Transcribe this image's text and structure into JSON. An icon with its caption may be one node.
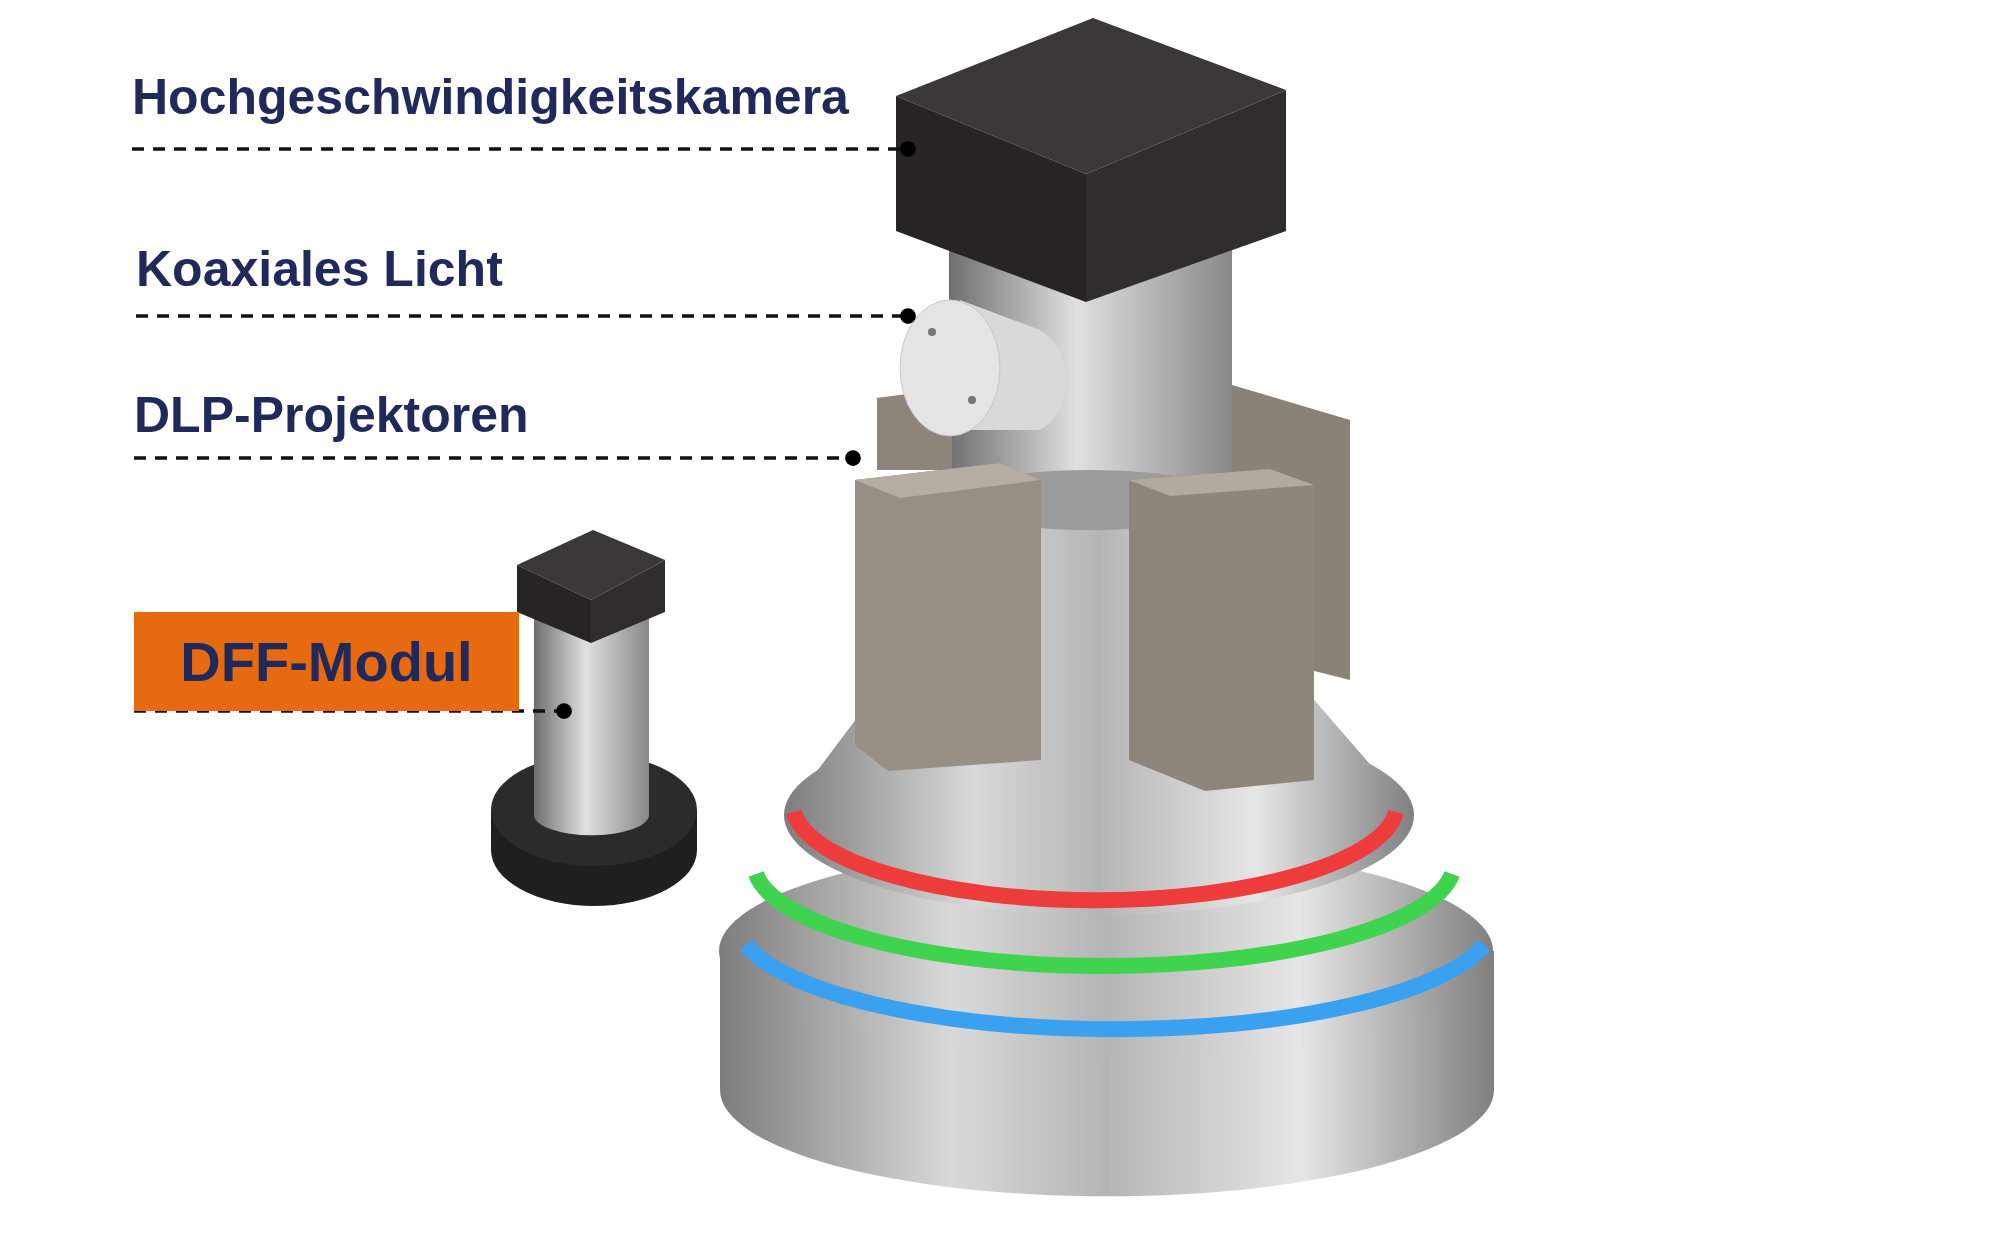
{
  "diagram": {
    "nodes": [
      {
        "text": [
          "Hochgeschwindigkeitskamera"
        ]
      },
      {
        "text": [
          "Koaxiales Licht"
        ]
      },
      {
        "text": [
          "DLP-Projektoren"
        ]
      },
      {
        "text": [
          "DFF-Modul"
        ]
      },
      {
        "text": [],
        "shape": "picture"
      },
      {
        "text": [],
        "shape": "picture"
      },
      {
        "text": [],
        "shape": "picture"
      },
      {
        "text": [],
        "shape": "picture"
      }
    ],
    "edges": [
      {
        "from": 0,
        "to": 4,
        "arrow": "other",
        "style": "dashed"
      },
      {
        "from": 1,
        "to": 5,
        "arrow": "other",
        "style": "dashed"
      },
      {
        "from": 2,
        "to": 6,
        "arrow": "other",
        "style": "dashed"
      },
      {
        "from": 3,
        "to": 7,
        "arrow": "other",
        "style": "dashed"
      }
    ]
  }
}
